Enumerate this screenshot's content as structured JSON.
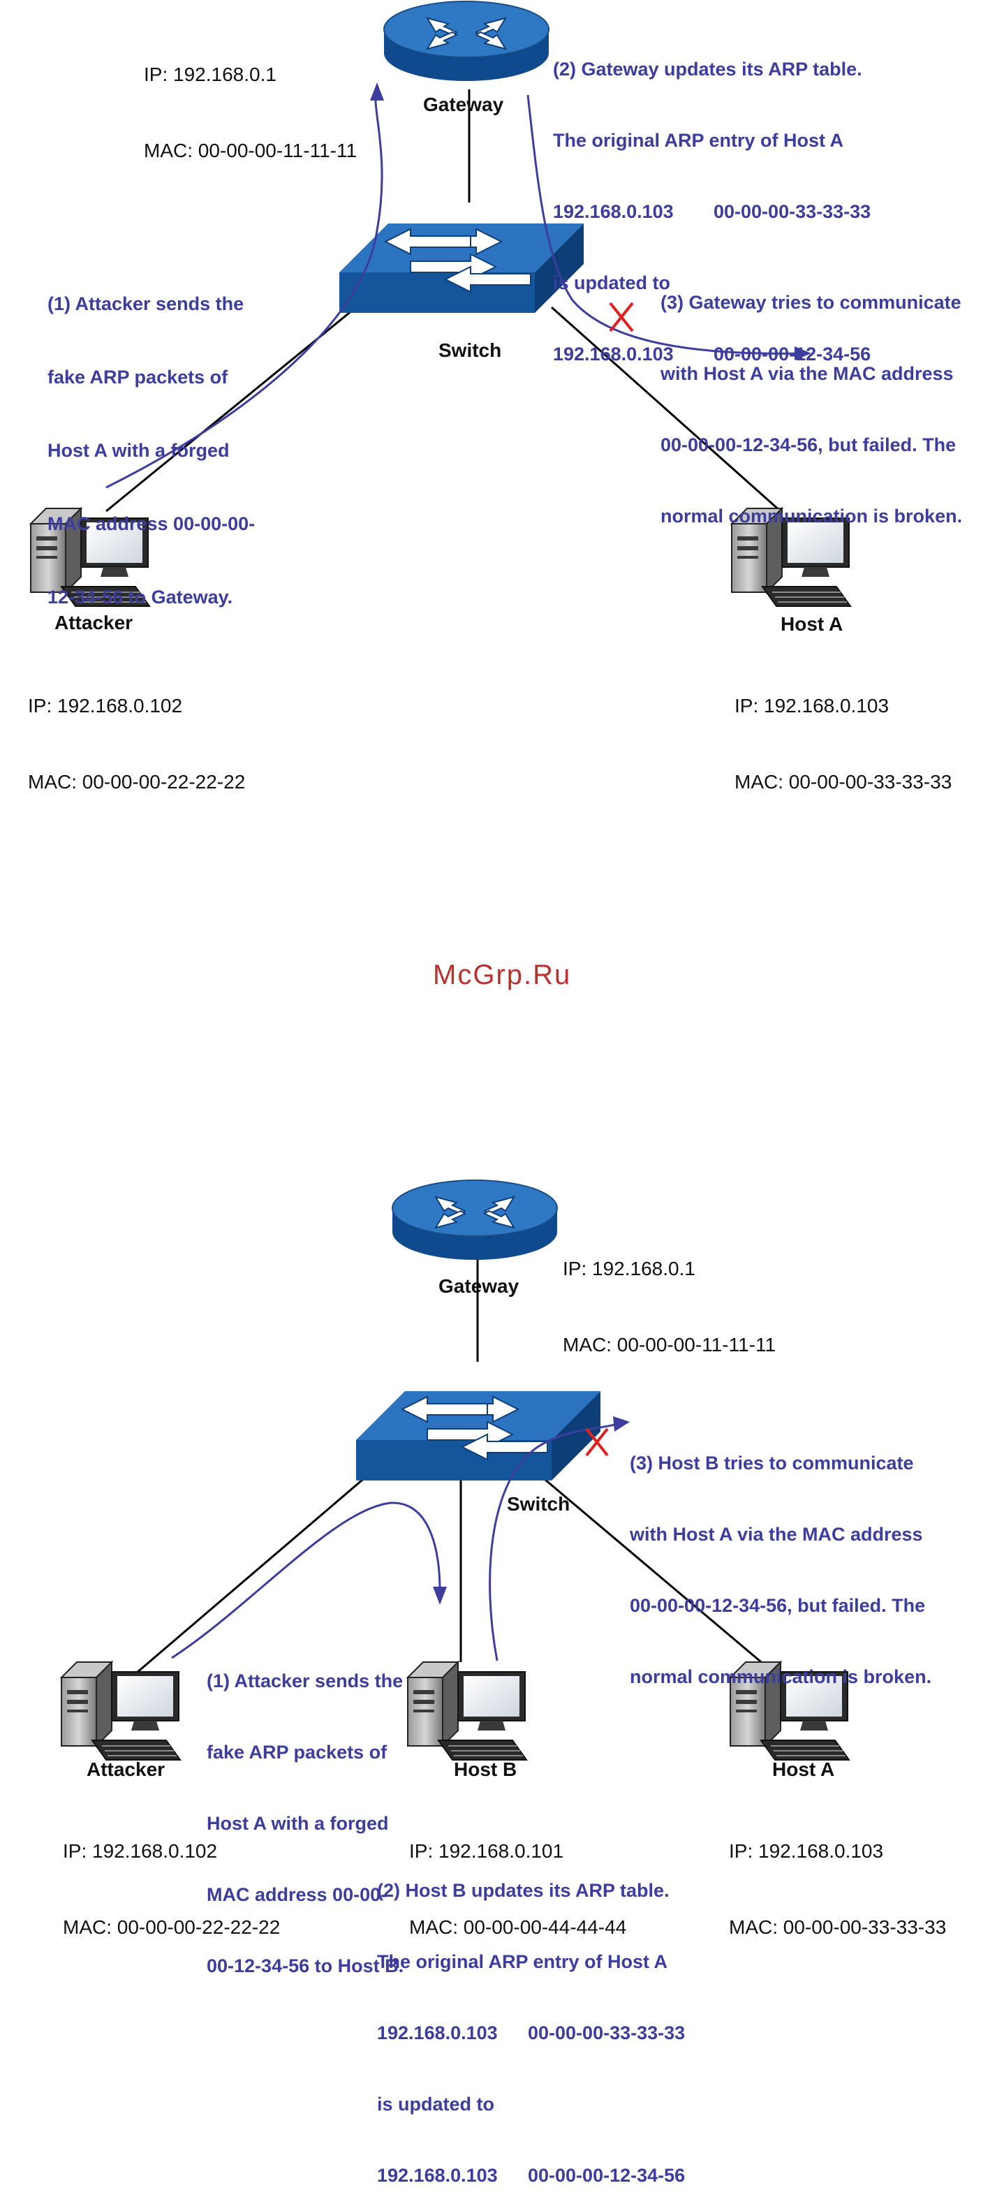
{
  "colors": {
    "annotation": "#3d3d9e",
    "device_blue": "#1a5fa8",
    "device_top": "#2f79c4",
    "device_side": "#0f3f7a",
    "cross": "#e02020",
    "watermark": "#b8312f",
    "line": "#000000"
  },
  "icons": [
    "router-icon",
    "switch-icon",
    "computer-icon",
    "cross-icon",
    "arrow-icon"
  ],
  "watermark": "McGrp.Ru",
  "top": {
    "gateway": {
      "label": "Gateway",
      "ip": "IP: 192.168.0.1",
      "mac": "MAC: 00-00-00-11-11-11"
    },
    "switch": {
      "label": "Switch"
    },
    "attacker": {
      "label": "Attacker",
      "ip": "IP: 192.168.0.102",
      "mac": "MAC: 00-00-00-22-22-22"
    },
    "host_a": {
      "label": "Host A",
      "ip": "IP: 192.168.0.103",
      "mac": "MAC: 00-00-00-33-33-33"
    },
    "step1": [
      "(1) Attacker sends the",
      "fake ARP packets of",
      "Host A with a forged",
      "MAC address 00-00-00-",
      "12-34-56 to Gateway."
    ],
    "step2": {
      "lines": [
        "(2) Gateway updates its ARP table.",
        "The original ARP entry of Host A"
      ],
      "entry_old": [
        "192.168.0.103",
        "00-00-00-33-33-33"
      ],
      "updated": "is updated to",
      "entry_new": [
        "192.168.0.103",
        "00-00-00-12-34-56"
      ]
    },
    "step3": [
      "(3) Gateway tries to communicate",
      "with Host A via the MAC address",
      "00-00-00-12-34-56, but failed. The",
      "normal communication is broken."
    ]
  },
  "bottom": {
    "gateway": {
      "label": "Gateway",
      "ip": "IP: 192.168.0.1",
      "mac": "MAC: 00-00-00-11-11-11"
    },
    "switch": {
      "label": "Switch"
    },
    "attacker": {
      "label": "Attacker",
      "ip": "IP: 192.168.0.102",
      "mac": "MAC: 00-00-00-22-22-22"
    },
    "host_b": {
      "label": "Host B",
      "ip": "IP: 192.168.0.101",
      "mac": "MAC: 00-00-00-44-44-44"
    },
    "host_a": {
      "label": "Host A",
      "ip": "IP: 192.168.0.103",
      "mac": "MAC: 00-00-00-33-33-33"
    },
    "step1": [
      "(1) Attacker sends the",
      "fake ARP packets of",
      "Host A with a forged",
      "MAC address 00-00-",
      "00-12-34-56 to Host B."
    ],
    "step2": {
      "lines": [
        "(2) Host B updates its ARP table.",
        "The original ARP entry of Host A"
      ],
      "entry_old": [
        "192.168.0.103",
        "00-00-00-33-33-33"
      ],
      "updated": "is updated to",
      "entry_new": [
        "192.168.0.103",
        "00-00-00-12-34-56"
      ]
    },
    "step3": [
      "(3) Host B tries to communicate",
      "with Host A via the MAC address",
      "00-00-00-12-34-56, but failed. The",
      "normal communication is broken."
    ]
  }
}
